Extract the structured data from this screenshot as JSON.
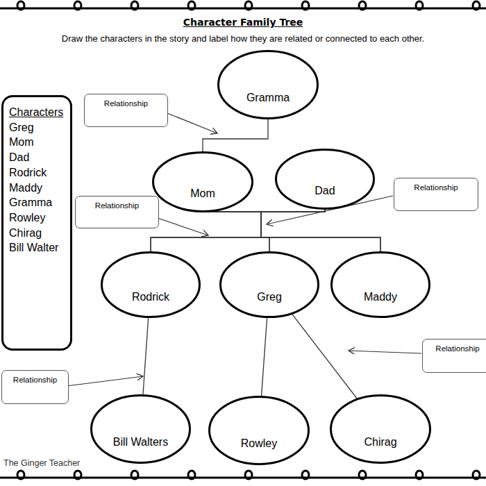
{
  "diagram": {
    "title": "Character Family Tree",
    "nodes": [
      {
        "text": [
          "Gramma"
        ]
      },
      {
        "text": [
          "Relationship"
        ]
      },
      {
        "text": [
          "Characters",
          "Greg",
          "Mom",
          "Dad",
          "Rodrick",
          "Maddy",
          "Gramma",
          "Rowley",
          "Chirag",
          "Bill Walter"
        ]
      },
      {
        "text": [
          "Mom"
        ]
      },
      {
        "text": [
          "Dad"
        ]
      },
      {
        "text": [
          "Relationship"
        ]
      },
      {
        "text": [
          "Relationship"
        ]
      },
      {
        "text": [
          "Rodrick"
        ]
      },
      {
        "text": [
          "Greg"
        ]
      },
      {
        "text": [
          "Maddy"
        ]
      },
      {
        "text": [
          "Relationship"
        ]
      },
      {
        "text": [
          "Relationship"
        ]
      },
      {
        "text": [
          "Bill Walters"
        ]
      },
      {
        "text": [
          "Rowley"
        ]
      },
      {
        "text": [
          "Chirag"
        ]
      }
    ],
    "edges": [
      {
        "from": 0,
        "to": 3,
        "arrow": "none"
      },
      {
        "from": 3,
        "to": 7,
        "arrow": "none"
      },
      {
        "from": 3,
        "to": 8,
        "arrow": "none"
      },
      {
        "from": 3,
        "to": 9,
        "arrow": "none"
      },
      {
        "from": 4,
        "to": 7,
        "arrow": "none"
      },
      {
        "from": 4,
        "to": 8,
        "arrow": "none"
      },
      {
        "from": 4,
        "to": 9,
        "arrow": "none"
      },
      {
        "from": 7,
        "to": 12,
        "arrow": "none"
      },
      {
        "from": 8,
        "to": 13,
        "arrow": "none"
      },
      {
        "from": 8,
        "to": 14,
        "arrow": "none"
      }
    ],
    "labels": [
      "Draw the characters in the story and label how they are related or connected to each other.",
      "The Ginger Teacher"
    ]
  }
}
